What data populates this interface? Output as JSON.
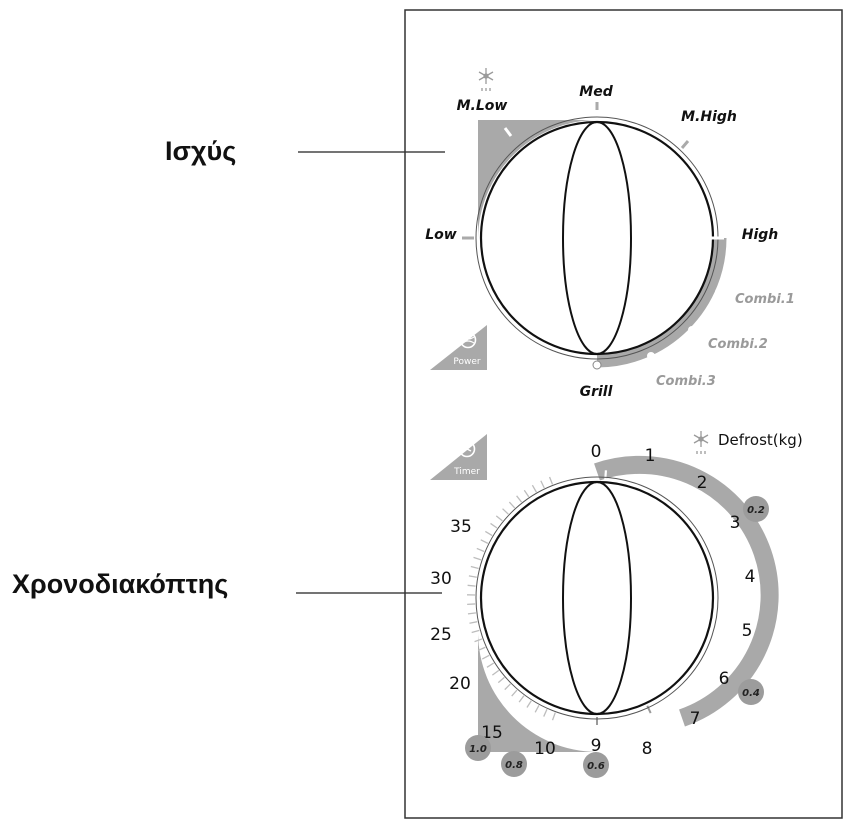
{
  "callouts": {
    "power_label": "Ισχύς",
    "timer_label": "Χρονοδιακόπτης"
  },
  "power_dial": {
    "positions": {
      "low": "Low",
      "m_low": "M.Low",
      "med": "Med",
      "m_high": "M.High",
      "high": "High",
      "combi1": "Combi.1",
      "combi2": "Combi.2",
      "combi3": "Combi.3",
      "grill": "Grill"
    },
    "badge": "Power",
    "defrost_icon": "snowflake-icon"
  },
  "timer_dial": {
    "numbers": [
      "0",
      "1",
      "2",
      "3",
      "4",
      "5",
      "6",
      "7",
      "8",
      "9",
      "10",
      "15",
      "20",
      "25",
      "30",
      "35"
    ],
    "badge": "Timer",
    "defrost_label": "Defrost(kg)",
    "defrost_weights": [
      "0.2",
      "0.4",
      "0.6",
      "0.8",
      "1.0"
    ]
  },
  "colors": {
    "dial_gray": "#a9a9a9",
    "panel_border": "#333333",
    "text": "#111111",
    "combi_text": "#9a9a9a",
    "defrost_badge": "#9c9c9c"
  }
}
